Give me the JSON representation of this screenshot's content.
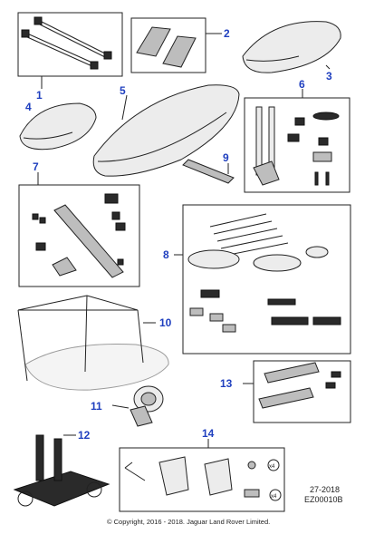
{
  "callouts": {
    "c1": "1",
    "c2": "2",
    "c3": "3",
    "c4": "4",
    "c5": "5",
    "c6": "6",
    "c7": "7",
    "c8": "8",
    "c9": "9",
    "c10": "10",
    "c11": "11",
    "c12": "12",
    "c13": "13",
    "c14": "14"
  },
  "quantities": {
    "q1": "x4",
    "q2": "x4"
  },
  "reference": {
    "code": "27-2018",
    "id": "EZ00010B"
  },
  "copyright": "© Copyright, 2016 - 2018. Jaguar Land Rover Limited.",
  "colors": {
    "callout": "#1f3fbf",
    "line": "#222222"
  }
}
